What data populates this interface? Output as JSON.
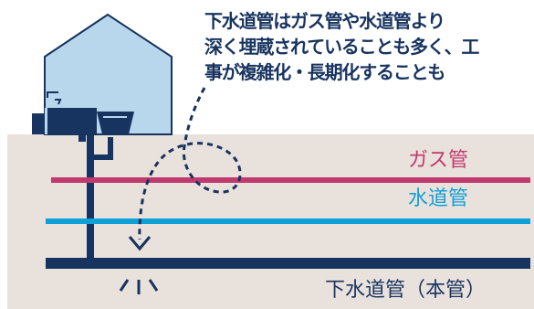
{
  "annotation": {
    "lines": [
      "下水道管はガス管や水道管より",
      "深く埋蔵されていることも多く、工",
      "事が複雑化・長期化することも"
    ]
  },
  "pipes": {
    "gas": {
      "label": "ガス管"
    },
    "water": {
      "label": "水道管"
    },
    "sewer": {
      "label": "下水道管（本管）"
    }
  },
  "colors": {
    "ground": "#e9e1dc",
    "house": "#b8d6ec",
    "navy": "#17335f",
    "gas": "#c13a6e",
    "water": "#0fa0d8",
    "text": "#17335f"
  }
}
